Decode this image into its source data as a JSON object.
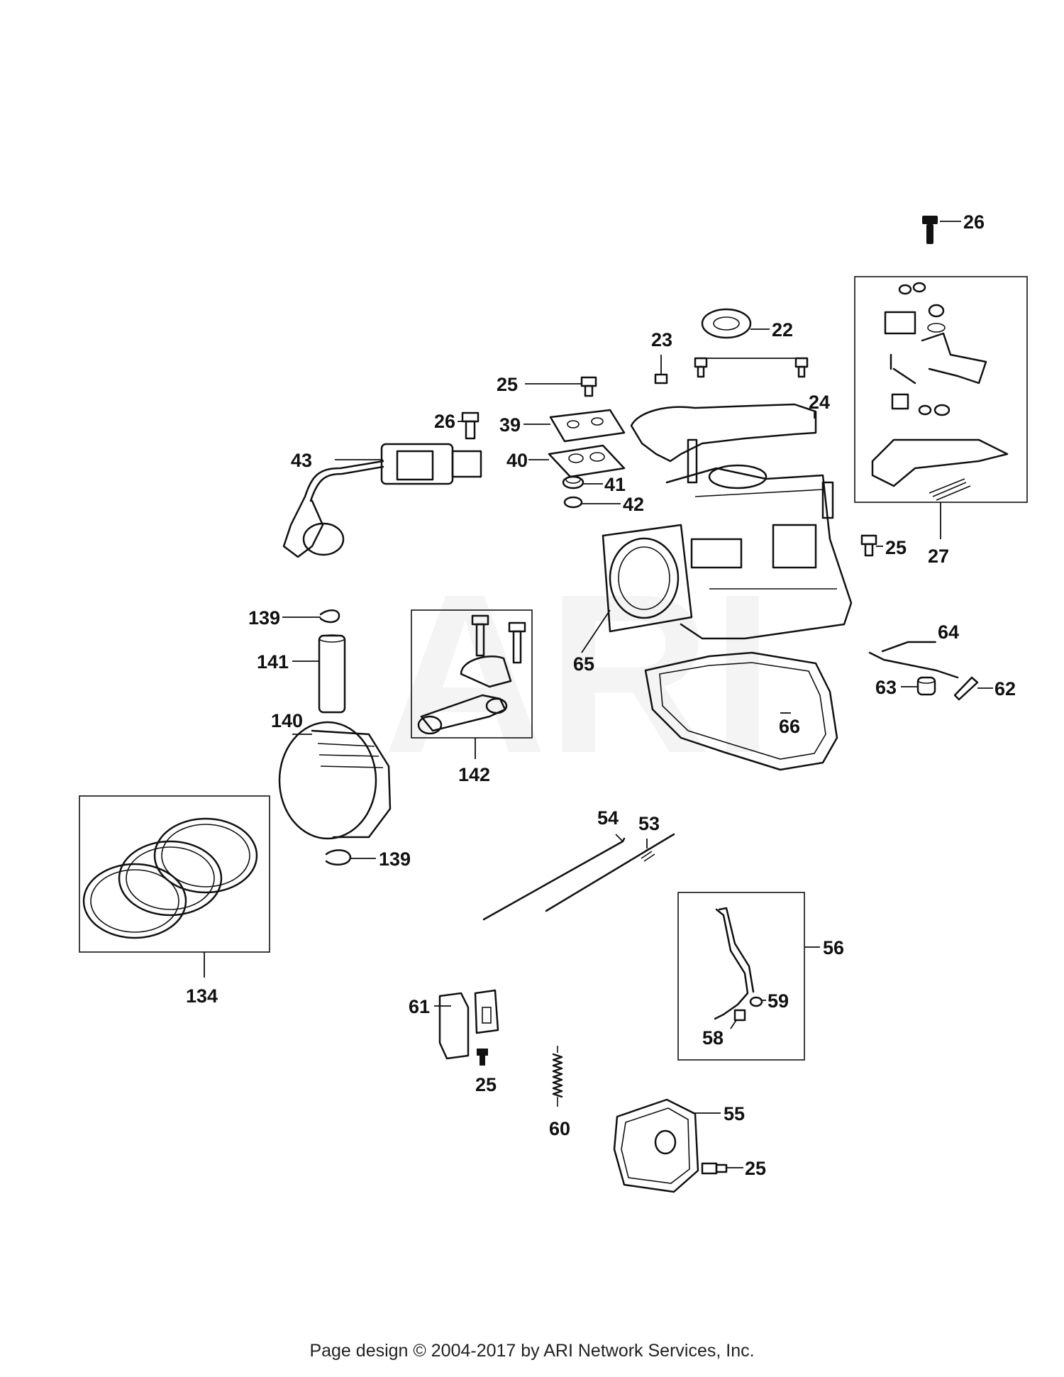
{
  "watermark": "ARI",
  "footer": "Page design © 2004-2017 by ARI Network Services, Inc.",
  "callouts": {
    "c26a": "26",
    "c22": "22",
    "c23": "23",
    "c25a": "25",
    "c24": "24",
    "c26b": "26",
    "c39": "39",
    "c40": "40",
    "c41": "41",
    "c42": "42",
    "c43": "43",
    "c25b": "25",
    "c27": "27",
    "c64": "64",
    "c65": "65",
    "c63": "63",
    "c62": "62",
    "c139a": "139",
    "c141": "141",
    "c140": "140",
    "c142": "142",
    "c66": "66",
    "c54": "54",
    "c53": "53",
    "c139b": "139",
    "c134": "134",
    "c56": "56",
    "c59": "59",
    "c58": "58",
    "c61": "61",
    "c25c": "25",
    "c60": "60",
    "c55": "55",
    "c25d": "25"
  }
}
